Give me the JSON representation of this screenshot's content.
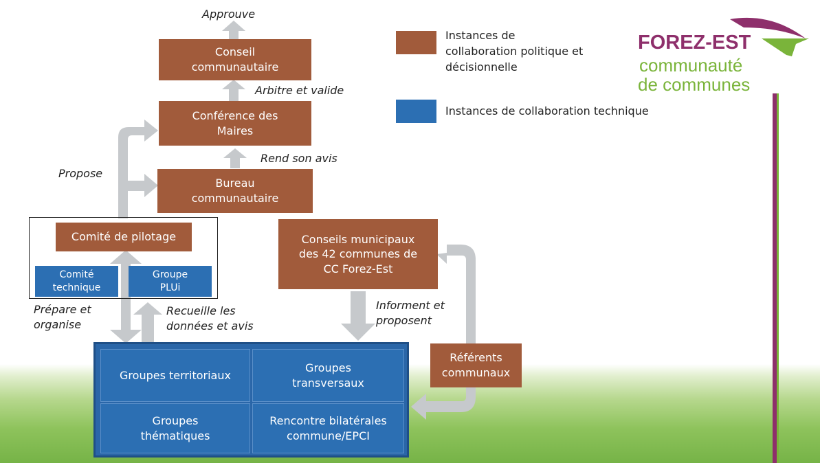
{
  "legend": {
    "political": {
      "label": "Instances de\ncollaboration politique et\ndécisionnelle",
      "color": "#a15b3b"
    },
    "technical": {
      "label": "Instances de collaboration technique",
      "color": "#2c6fb3"
    }
  },
  "logo": {
    "title": "FOREZ-EST",
    "line1": "communauté",
    "line2": "de communes",
    "colors": {
      "primary": "#8e2f6b",
      "secondary": "#7ab43a"
    }
  },
  "nodes": {
    "conseil_communautaire": "Conseil\ncommunautaire",
    "conference_des_maires": "Conférence des\nMaires",
    "bureau_communautaire": "Bureau\ncommunautaire",
    "comite_pilotage": "Comité de pilotage",
    "comite_technique": "Comité\ntechnique",
    "groupe_plui": "Groupe\nPLUi",
    "conseils_municipaux": "Conseils municipaux\ndes 42 communes de\nCC Forez-Est",
    "referents_communaux": "Référents\ncommunaux",
    "groupes_territoriaux": "Groupes territoriaux",
    "groupes_transversaux": "Groupes\ntransversaux",
    "groupes_thematiques": "Groupes\nthématiques",
    "rencontre_bilaterales": "Rencontre bilatérales\ncommune/EPCI"
  },
  "edge_labels": {
    "approuve": "Approuve",
    "arbitre_valide": "Arbitre et valide",
    "rend_avis": "Rend son avis",
    "propose": "Propose",
    "prepare_organise": "Prépare et\norganise",
    "recueille": "Recueille les\ndonnées et avis",
    "informent_proposent": "Informent et\nproposent"
  },
  "colors": {
    "arrow": "#c6c9cc"
  }
}
